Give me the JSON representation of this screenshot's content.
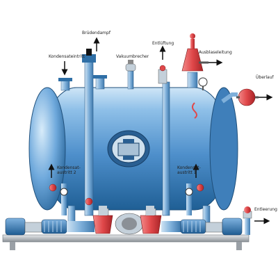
{
  "labels": {
    "bruedendampf": "Brüdendampf",
    "entlueftung": "Entlüftung",
    "kondensateintritt": "Kondensateintritt",
    "vakuumbrecher": "Vakuumbrecher",
    "ausblaseleitung": "Ausblaseleitung",
    "ueberlauf": "Überlauf",
    "kondensat_austritt_2_line1": "Kondensat-",
    "kondensat_austritt_2_line2": "austritt 2",
    "kondensat_austritt_1_line1": "Kondensat-",
    "kondensat_austritt_1_line2": "austritt 1",
    "entleerung": "Entleerung"
  },
  "colors": {
    "tank_light": "#cfe6f7",
    "tank_mid": "#5b9bd5",
    "tank_dark": "#1f5f95",
    "valve_red": "#e0484a",
    "skid_gray": "#9aa0a6",
    "motor_blue": "#2f6fa6"
  }
}
